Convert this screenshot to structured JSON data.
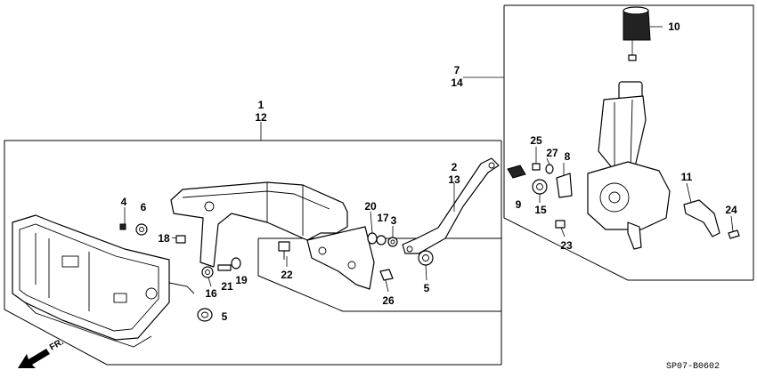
{
  "diagram_code": "SP07-B0602",
  "direction_label": "FR.",
  "callouts": {
    "c1": "1",
    "c12": "12",
    "c2": "2",
    "c13": "13",
    "c3": "3",
    "c4": "4",
    "c5a": "5",
    "c5b": "5",
    "c6": "6",
    "c7": "7",
    "c14": "14",
    "c8": "8",
    "c9": "9",
    "c10": "10",
    "c11": "11",
    "c15": "15",
    "c16": "16",
    "c17": "17",
    "c18": "18",
    "c19": "19",
    "c20": "20",
    "c21": "21",
    "c22": "22",
    "c23": "23",
    "c24": "24",
    "c25": "25",
    "c26": "26",
    "c27": "27"
  },
  "parts": {
    "headlight_frame": "frame-bracket",
    "pivot_bracket": "pivot-bracket",
    "link_rod": "link-rod",
    "retractor_motor": "retractor-motor",
    "motor_cap": "motor-cap",
    "crank_arm": "crank-arm"
  }
}
